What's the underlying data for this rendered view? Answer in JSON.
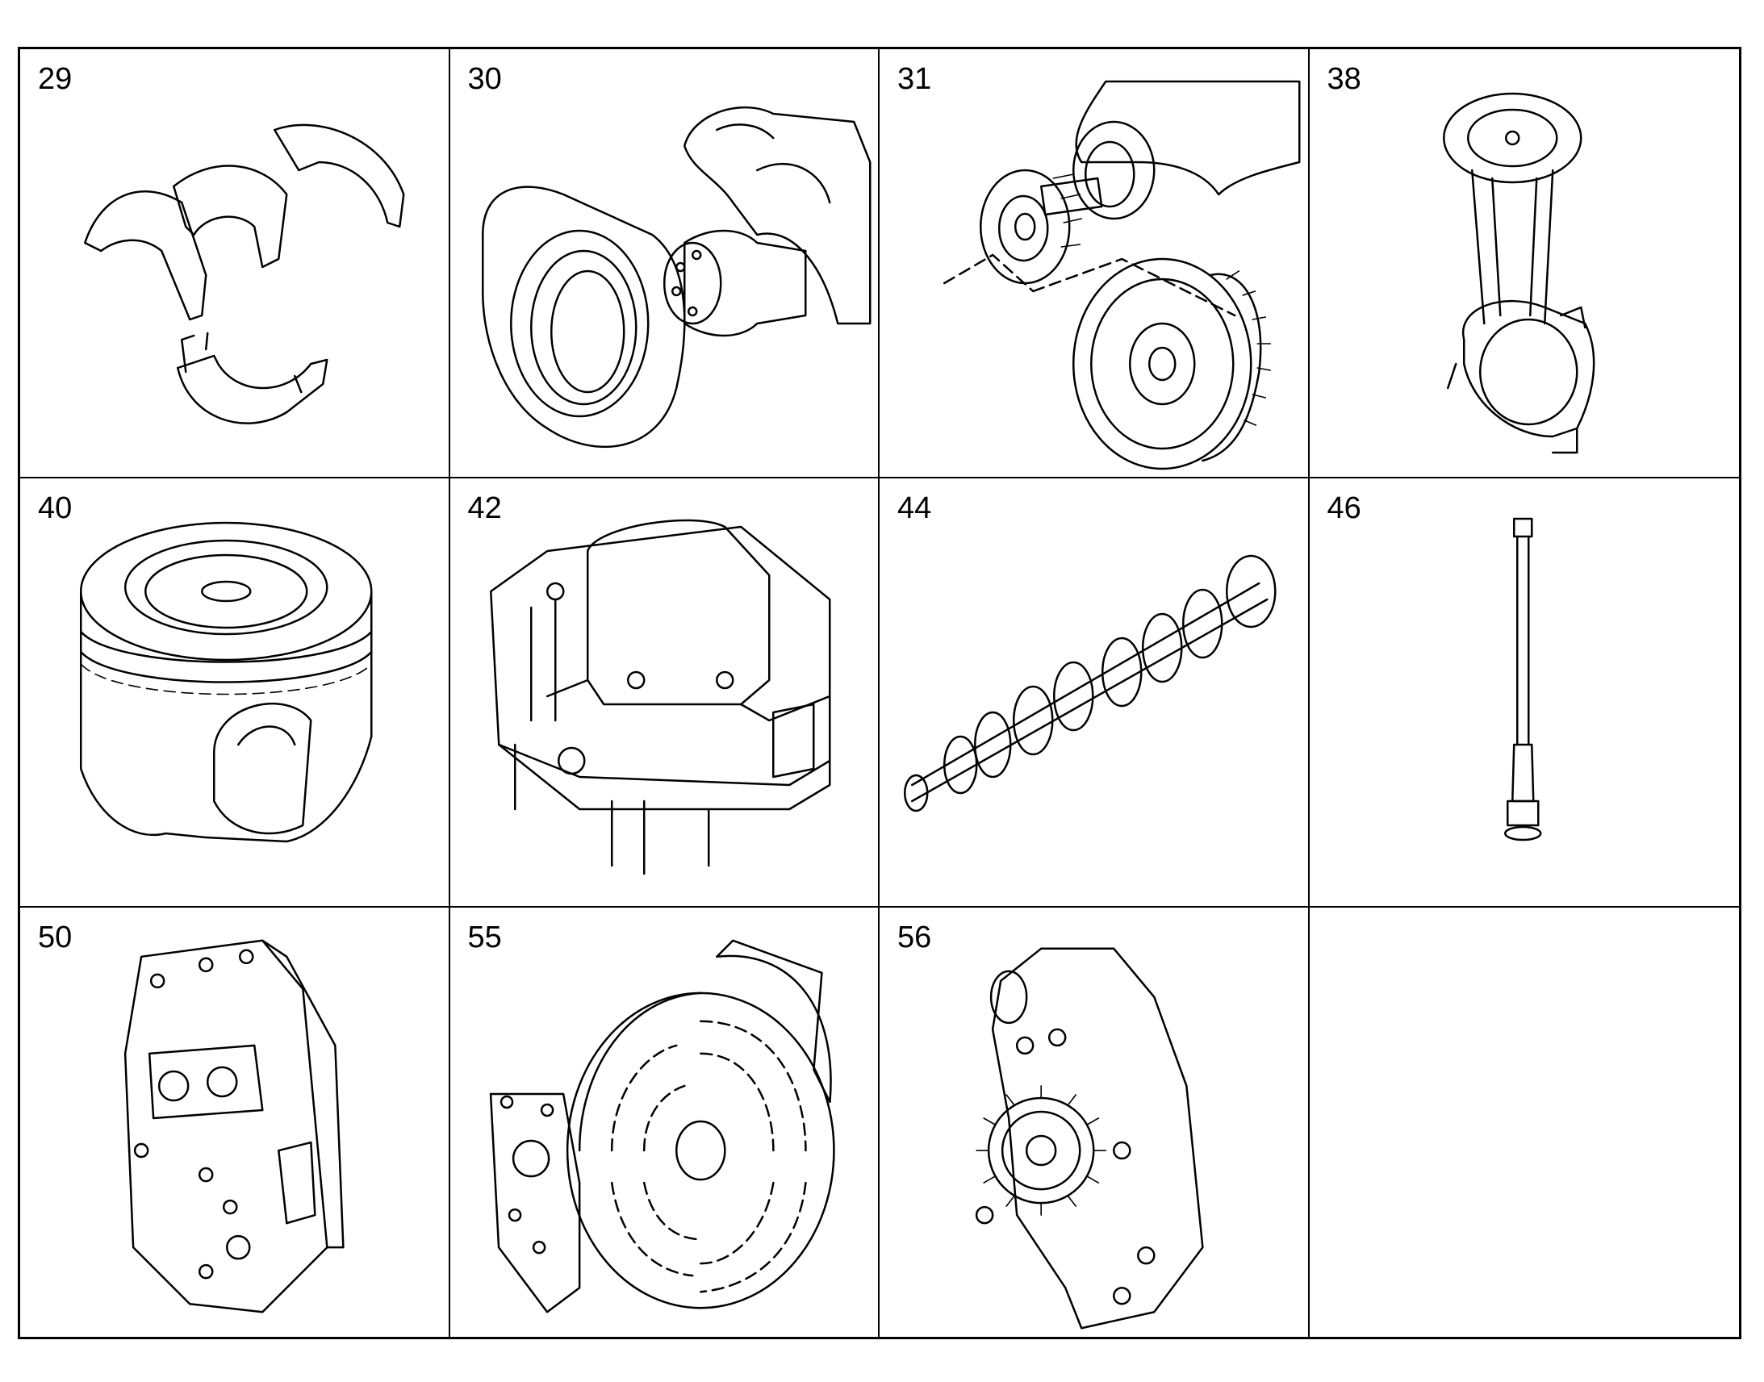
{
  "parts": [
    {
      "number": "29",
      "icon": "bearing-shells-icon"
    },
    {
      "number": "30",
      "icon": "crankshaft-seal-icon"
    },
    {
      "number": "31",
      "icon": "crankshaft-gears-icon"
    },
    {
      "number": "38",
      "icon": "connecting-rod-icon"
    },
    {
      "number": "40",
      "icon": "piston-icon"
    },
    {
      "number": "42",
      "icon": "cylinder-head-icon"
    },
    {
      "number": "44",
      "icon": "camshaft-icon"
    },
    {
      "number": "46",
      "icon": "push-rod-icon"
    },
    {
      "number": "50",
      "icon": "timing-cover-icon"
    },
    {
      "number": "55",
      "icon": "fan-shroud-icon"
    },
    {
      "number": "56",
      "icon": "oil-pump-icon"
    },
    {
      "number": "",
      "icon": ""
    }
  ]
}
